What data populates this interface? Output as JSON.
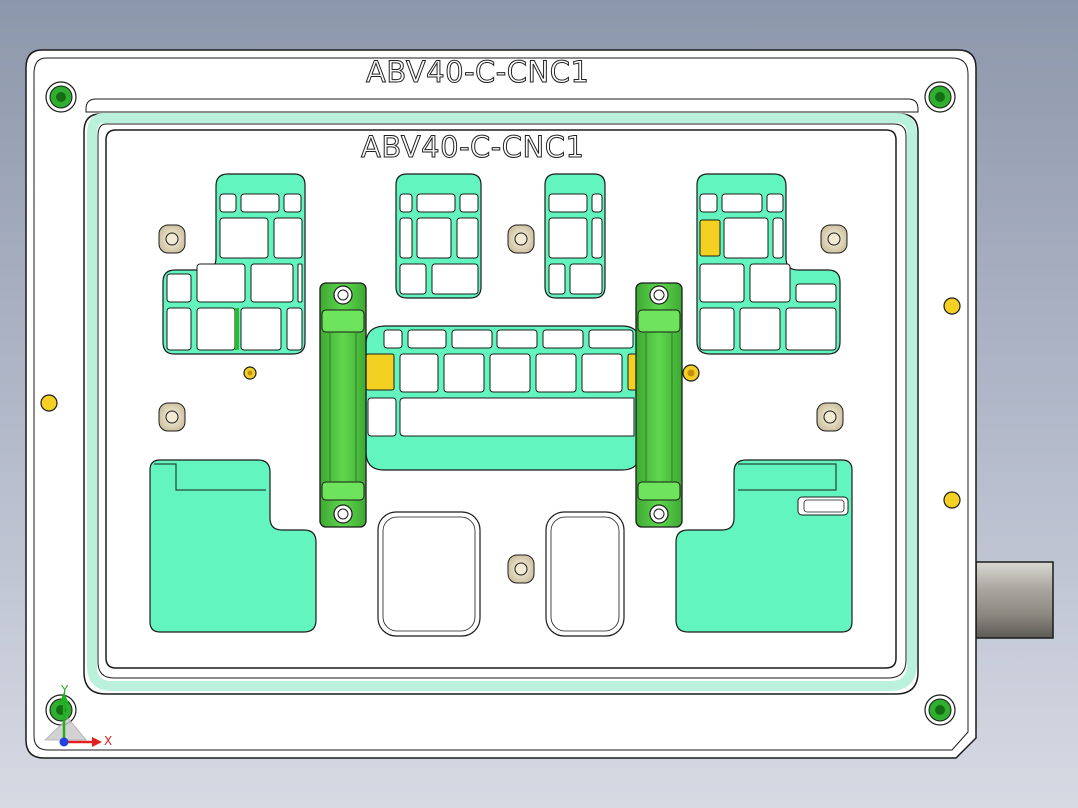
{
  "viewport": {
    "background_top": "#8d97ab",
    "background_bottom": "#d6dae3"
  },
  "model": {
    "outer_label": "ABV40-C-CNC1",
    "inner_label": "ABV40-C-CNC1"
  },
  "colors": {
    "plate": "#ffffff",
    "mint": "#62f5c0",
    "green_clamp": "#5bd24b",
    "yellow_pin": "#f3d022",
    "bolt": "#e6dcc3",
    "cylinder": "#a9a79f",
    "edge": "#1b1b1b"
  },
  "triad": {
    "x_label": "X",
    "y_label": "Y",
    "x_color": "#e02020",
    "y_color": "#20b020",
    "z_color": "#2040e0"
  }
}
